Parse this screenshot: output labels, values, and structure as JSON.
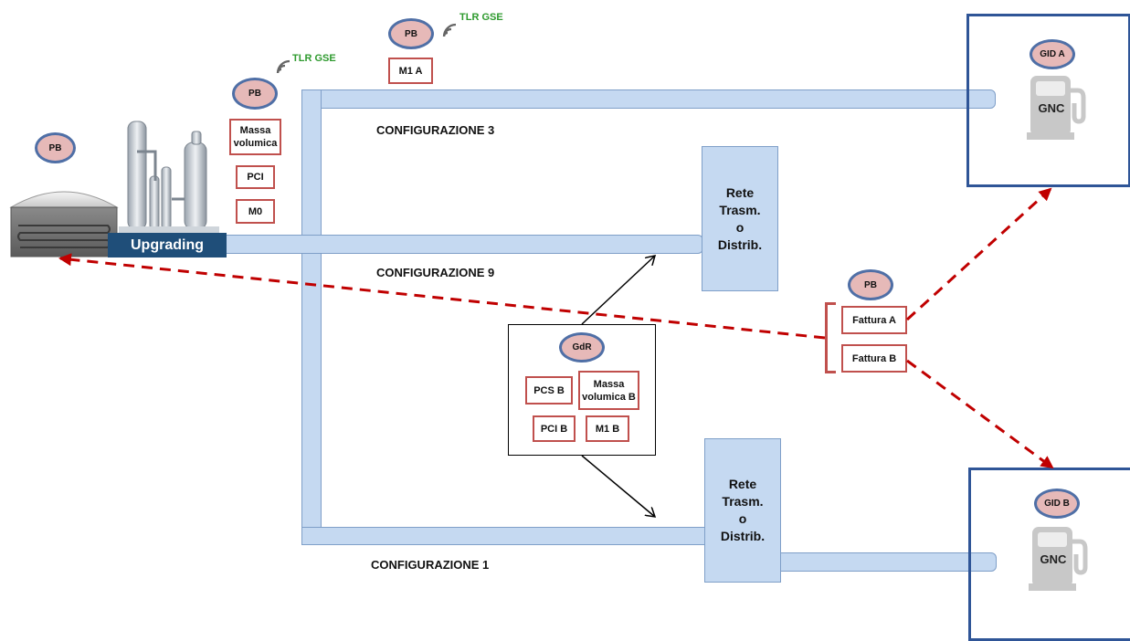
{
  "labels": {
    "pb": "PB",
    "tlr_gse": "TLR GSE",
    "m1a": "M1 A",
    "massa_volumica": "Massa volumica",
    "pci": "PCI",
    "m0": "M0",
    "upgrading": "Upgrading",
    "config3": "CONFIGURAZIONE 3",
    "config9": "CONFIGURAZIONE 9",
    "config1": "CONFIGURAZIONE 1",
    "rete": "Rete\nTrasm.\no\nDistrib.",
    "gdr": "GdR",
    "pcs_b": "PCS B",
    "massa_volumica_b": "Massa volumica B",
    "pci_b": "PCI B",
    "m1_b": "M1 B",
    "fattura_a": "Fattura A",
    "fattura_b": "Fattura B",
    "gid_a": "GID A",
    "gid_b": "GID B",
    "gnc": "GNC"
  },
  "colors": {
    "pipe": "#c5d9f1",
    "red_border": "#c0504d",
    "oval_fill": "#e6b9b8",
    "oval_border": "#4f6fa6",
    "station_border": "#2f5597",
    "upgrading_fill": "#1f4e79",
    "tlr_text": "#2e9a2e",
    "dashed_arrow": "#c00000"
  },
  "icons": [
    "biogas-digester-icon",
    "upgrading-plant-icon",
    "wifi-signal-icon",
    "fuel-pump-icon"
  ]
}
